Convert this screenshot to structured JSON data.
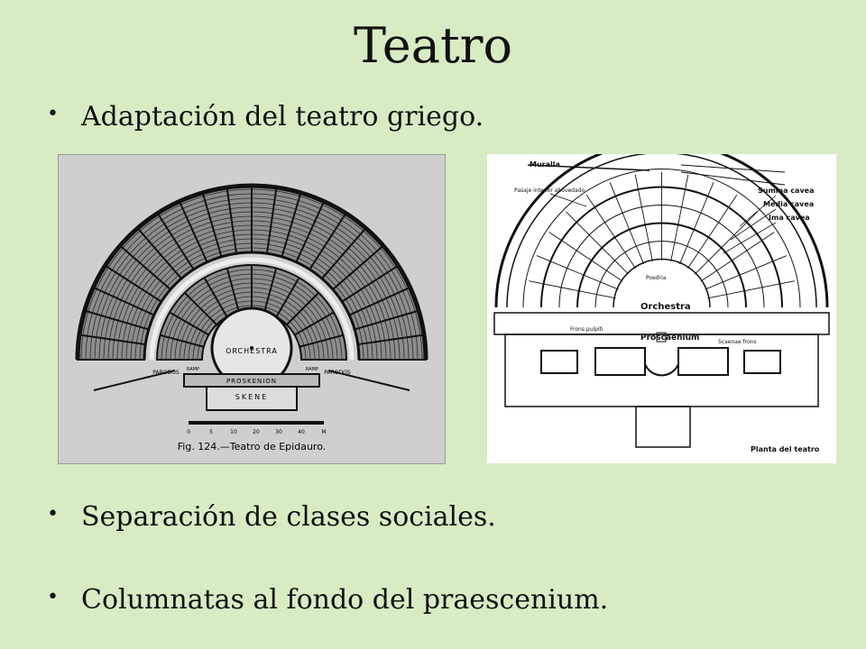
{
  "slide": {
    "title": "Teatro",
    "bullets": [
      "Adaptación del teatro griego.",
      "Separación de clases sociales.",
      "Columnatas al fondo del praescenium."
    ]
  },
  "figure_left": {
    "orchestra_label": "ORCHESTRA",
    "proskenion_label": "PROSKENION",
    "skene_label": "SKENE",
    "parodos_label": "PARODOS",
    "ramp_label": "RAMP",
    "scale_ticks": [
      "0",
      "5",
      "10",
      "20",
      "30",
      "40",
      "M"
    ],
    "caption": "Fig. 124.—Teatro de Epidauro."
  },
  "figure_right": {
    "labels": {
      "muralla": "Muralla",
      "pasaje": "Pasaje interior abovedado",
      "summa": "Summa cavea",
      "media": "Media cavea",
      "ima": "Ima cavea",
      "poedria": "Poedria",
      "orchestra": "Orchestra",
      "frons_pulpiti": "Frons pulpiti",
      "proscaenium": "Proscaenium",
      "scaenae_frons": "Scaenae frons"
    },
    "caption": "Planta del teatro"
  },
  "colors": {
    "background": "#d8ecc4",
    "photo_paper": "#cfcfcf",
    "ink": "#111111"
  }
}
